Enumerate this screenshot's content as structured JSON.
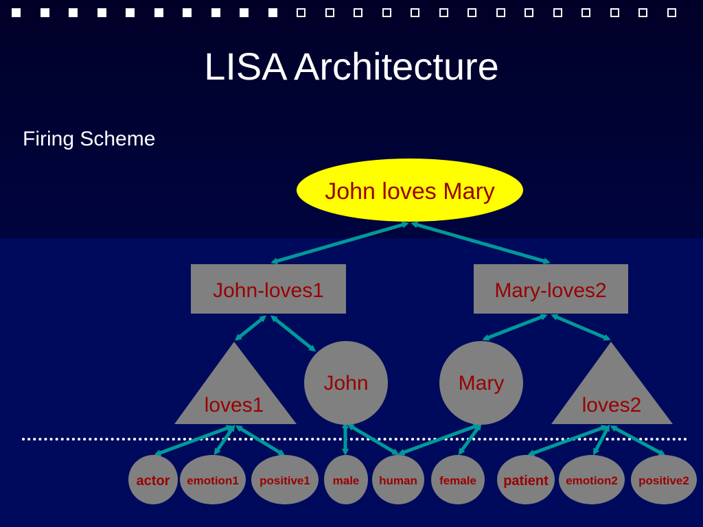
{
  "slide": {
    "title": "LISA Architecture",
    "subtitle": "Firing Scheme",
    "progress_squares": {
      "filled": 10,
      "total": 24
    }
  },
  "colors": {
    "background_top": "#000027",
    "background_bottom": "#000a5c",
    "proposition_fill": "#ffff00",
    "unit_fill": "#808080",
    "text": "#990000",
    "arrow": "#009999",
    "title_text": "#ffffff"
  },
  "diagram": {
    "proposition": "John loves Mary",
    "subpropositions": [
      "John-loves1",
      "Mary-loves2"
    ],
    "predicates": [
      "loves1",
      "loves2"
    ],
    "objects": [
      "John",
      "Mary"
    ],
    "semantics": [
      "actor",
      "emotion1",
      "positive1",
      "male",
      "human",
      "female",
      "patient",
      "emotion2",
      "positive2"
    ]
  }
}
